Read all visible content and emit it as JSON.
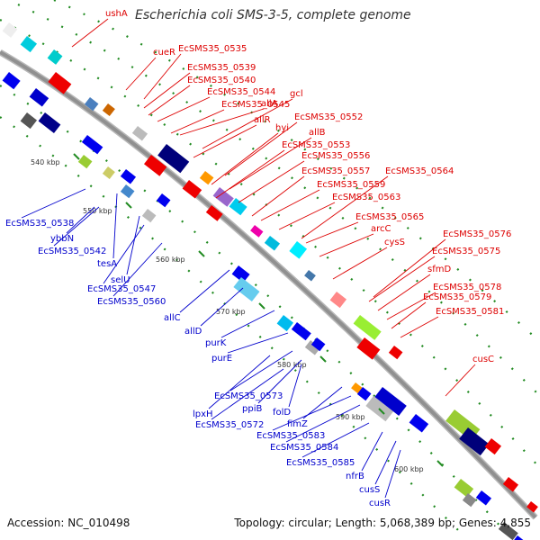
{
  "title": "Escherichia coli SMS-3-5, complete genome",
  "footer": {
    "accession": "Accession: NC_010498",
    "summary": "Topology: circular; Length: 5,068,389 bp; Genes: 4,855"
  },
  "colors": {
    "forward_label": "#dd0000",
    "reverse_label": "#0000cc",
    "backbone": "#909090",
    "tick": "#228b22"
  },
  "ticks": [
    "540 kbp",
    "550 kbp",
    "560 kbp",
    "570 kbp",
    "580 kbp",
    "590 kbp",
    "600 kbp"
  ],
  "forward_genes": [
    "ushA",
    "cueR",
    "EcSMS35_0535",
    "EcSMS35_0539",
    "EcSMS35_0540",
    "allA",
    "EcSMS35_0544",
    "gcl",
    "EcSMS35_0545",
    "allR",
    "EcSMS35_0552",
    "hyi",
    "allB",
    "EcSMS35_0553",
    "EcSMS35_0556",
    "EcSMS35_0557",
    "EcSMS35_0564",
    "EcSMS35_0559",
    "EcSMS35_0563",
    "EcSMS35_0565",
    "arcC",
    "cysS",
    "EcSMS35_0576",
    "EcSMS35_0575",
    "sfmD",
    "EcSMS35_0578",
    "EcSMS35_0579",
    "EcSMS35_0581",
    "cusC"
  ],
  "reverse_genes": [
    "EcSMS35_0538",
    "ybbN",
    "EcSMS35_0542",
    "tesA",
    "selU",
    "EcSMS35_0547",
    "EcSMS35_0560",
    "allC",
    "allD",
    "purK",
    "purE",
    "EcSMS35_0573",
    "ppiB",
    "lpxH",
    "EcSMS35_0572",
    "folD",
    "fimZ",
    "EcSMS35_0583",
    "EcSMS35_0584",
    "EcSMS35_0585",
    "nfrB",
    "cusS",
    "cusR"
  ]
}
